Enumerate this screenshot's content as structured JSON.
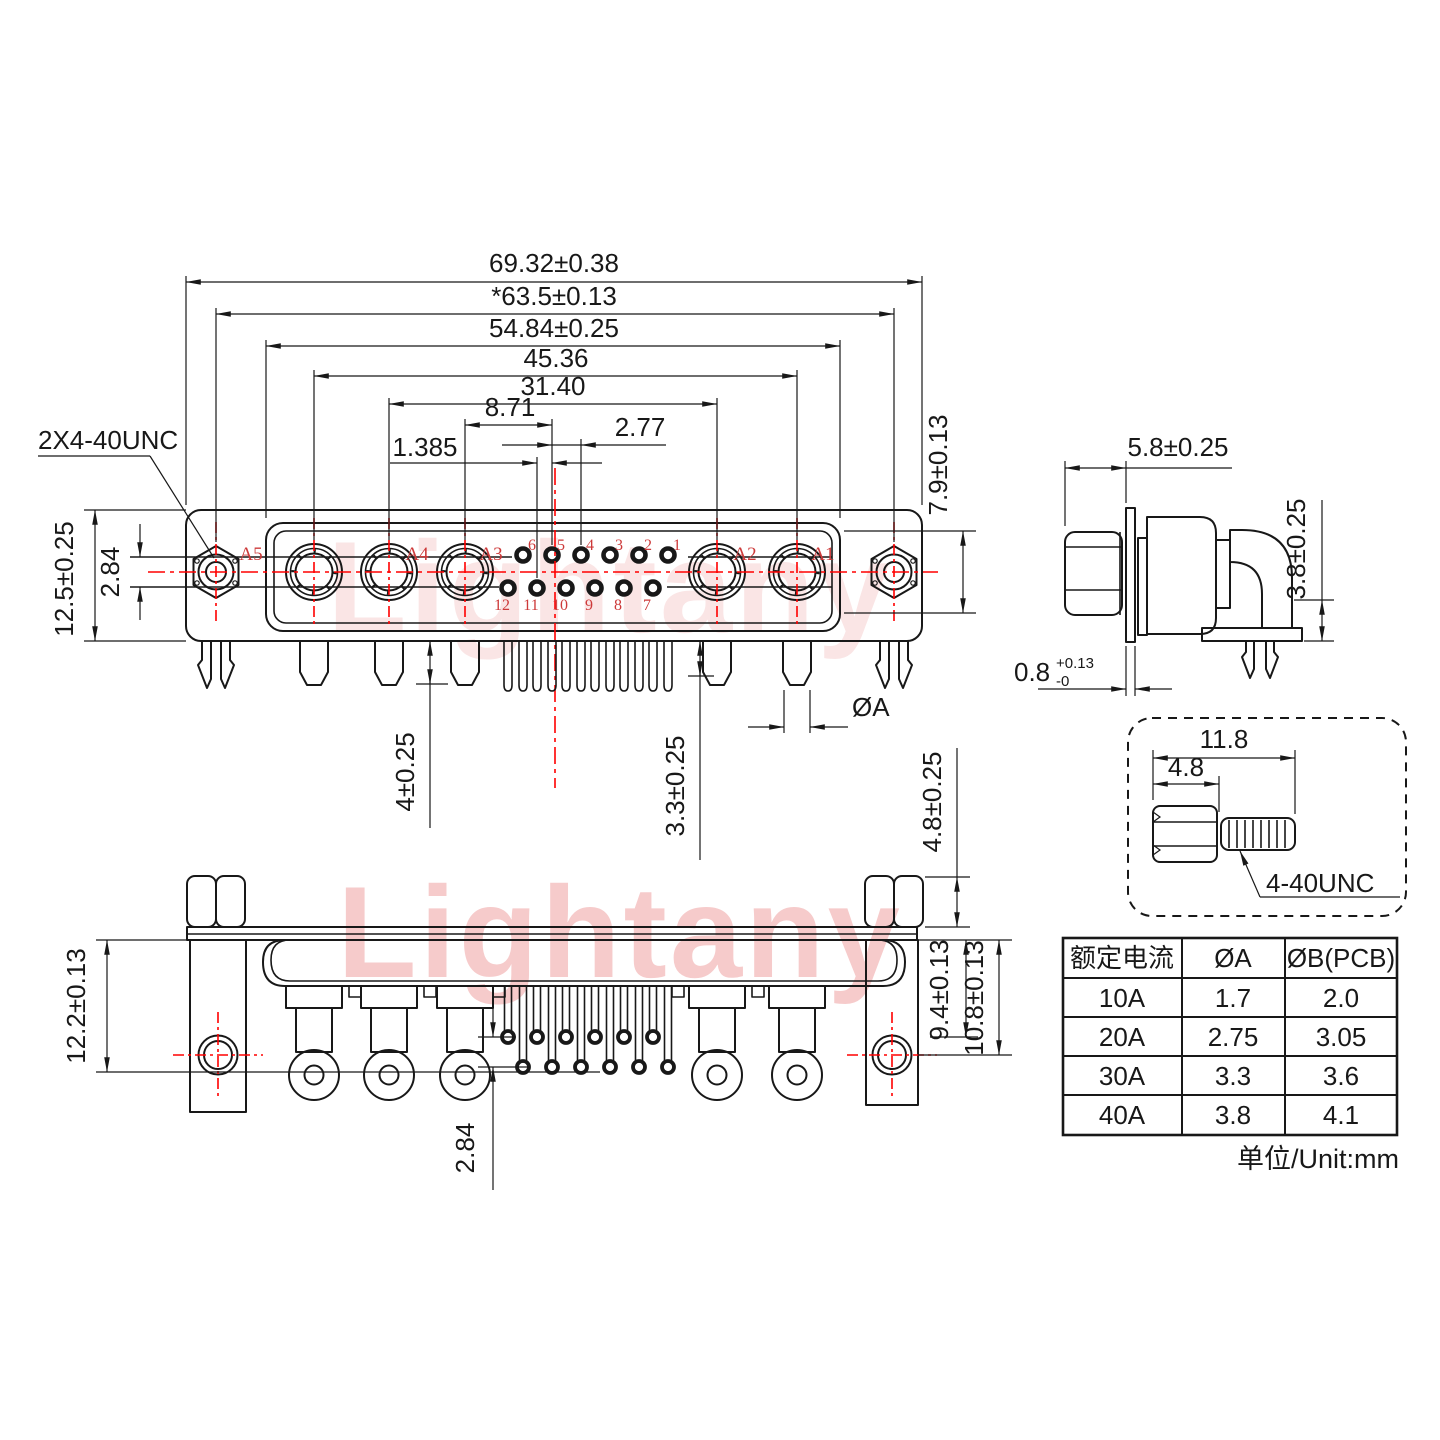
{
  "watermark": {
    "text": "Lightany"
  },
  "colors": {
    "line": "#181818",
    "centerline_red": "#ff0000",
    "label_red": "#cd3a3a",
    "watermark_pink": "#f5c3c3",
    "background": "#ffffff"
  },
  "front_view": {
    "dims": {
      "overall_width": "69.32±0.38",
      "mount_span": "*63.5±0.13",
      "face_width": "54.84±0.25",
      "coax_span": "45.36",
      "coax_inner_span": "31.40",
      "a3_to_pin": "8.71",
      "pin_pitch": "2.77",
      "half_pitch": "1.385",
      "thread_note": "2X4-40UNC",
      "body_height": "12.5±0.25",
      "row_gap": "2.84",
      "face_height": "7.9±0.13",
      "peg_length": "4±0.25",
      "tail_length": "3.3±0.25",
      "pin_diameter": "ØA"
    },
    "contact_labels": [
      "A5",
      "A4",
      "A3",
      "A2",
      "A1"
    ],
    "pins_top": [
      "6",
      "5",
      "4",
      "3",
      "2",
      "1"
    ],
    "pins_bottom": [
      "12",
      "11",
      "10",
      "9",
      "8",
      "7"
    ]
  },
  "side_view": {
    "dims": {
      "depth": "5.8±0.25",
      "bracket_height": "3.8±0.25",
      "flange_value": "0.8",
      "flange_plus": "+0.13",
      "flange_minus": "-0"
    }
  },
  "screw_detail": {
    "dims": {
      "total_length": "11.8",
      "hex_length": "4.8"
    },
    "thread_label": "4-40UNC"
  },
  "bottom_view": {
    "dims": {
      "bracket_height": "12.2±0.13",
      "row_gap": "2.84",
      "pin_row_short": "9.4±0.13",
      "pin_row_long": "10.8±0.13",
      "nut_height": "4.8±0.25"
    }
  },
  "spec_table": {
    "headers": [
      "额定电流",
      "ØA",
      "ØB(PCB)"
    ],
    "rows": [
      [
        "10A",
        "1.7",
        "2.0"
      ],
      [
        "20A",
        "2.75",
        "3.05"
      ],
      [
        "30A",
        "3.3",
        "3.6"
      ],
      [
        "40A",
        "3.8",
        "4.1"
      ]
    ],
    "unit_note": "单位/Unit:mm"
  }
}
